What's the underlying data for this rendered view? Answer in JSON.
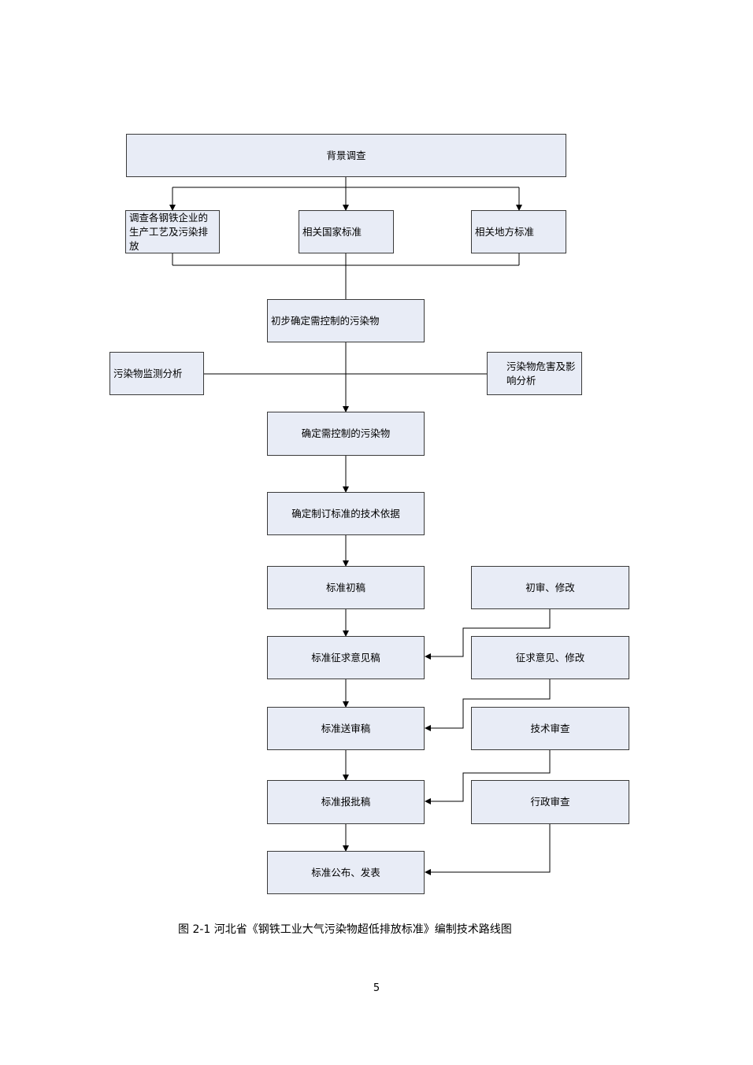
{
  "boxes": {
    "background_survey": "背景调查",
    "enterprise_survey": "调查各钢铁企业的生产工艺及污染排放",
    "national_standards": "相关国家标准",
    "local_standards": "相关地方标准",
    "prelim_pollutants": "初步确定需控制的污染物",
    "monitoring_analysis": "污染物监测分析",
    "hazard_analysis": "污染物危害及影响分析",
    "determine_pollutants": "确定需控制的污染物",
    "technical_basis": "确定制订标准的技术依据",
    "initial_draft": "标准初稿",
    "initial_review": "初审、修改",
    "consultation_draft": "标准征求意见稿",
    "consultation_revision": "征求意见、修改",
    "review_draft": "标准送审稿",
    "technical_review": "技术审查",
    "approval_draft": "标准报批稿",
    "administrative_review": "行政审查",
    "publication": "标准公布、发表"
  },
  "caption": "图 2-1 河北省《钢铁工业大气污染物超低排放标准》编制技术路线图",
  "page_number": "5",
  "colors": {
    "box_fill": "#e8ecf6",
    "border": "#3a3a3a",
    "line": "#000000"
  }
}
